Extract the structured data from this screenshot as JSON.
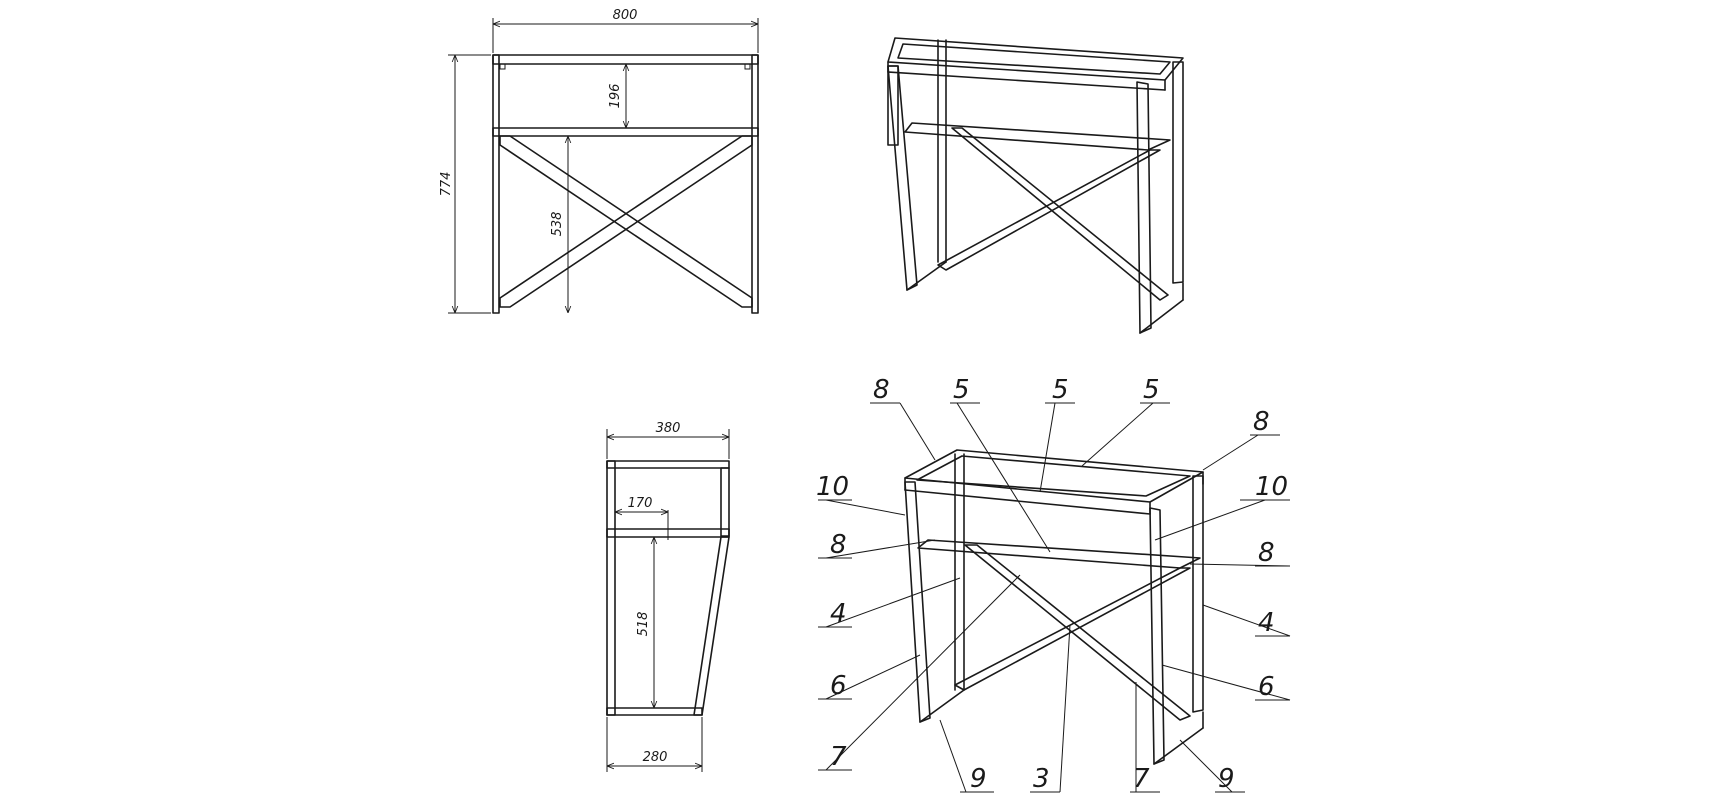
{
  "dimensions": {
    "front_width": "800",
    "front_height": "774",
    "front_top_gap": "196",
    "front_lower": "538",
    "side_top_depth": "380",
    "side_shelf_depth": "170",
    "side_lower": "518",
    "side_bottom_depth": "280"
  },
  "callouts": {
    "c8a": "8",
    "c5a": "5",
    "c5b": "5",
    "c5c": "5",
    "c8b": "8",
    "c10a": "10",
    "c10b": "10",
    "c8c": "8",
    "c8d": "8",
    "c4a": "4",
    "c4b": "4",
    "c6a": "6",
    "c6b": "6",
    "c7a": "7",
    "c9a": "9",
    "c3": "3",
    "c7b": "7",
    "c9b": "9"
  }
}
